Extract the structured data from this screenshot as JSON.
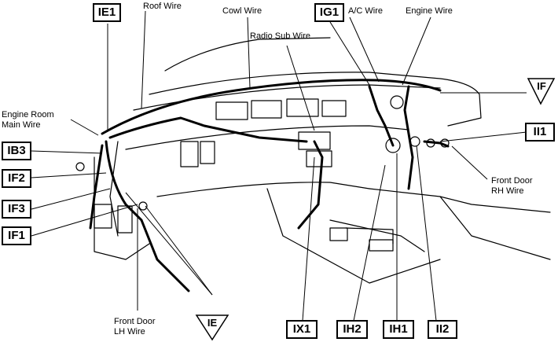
{
  "connectors": {
    "ie1": "IE1",
    "ig1": "IG1",
    "ib3": "IB3",
    "if2": "IF2",
    "if3": "IF3",
    "if1": "IF1",
    "ii1": "II1",
    "ix1": "IX1",
    "ih2": "IH2",
    "ih1": "IH1",
    "ii2": "II2"
  },
  "ground_points": {
    "if": "IF",
    "ie": "IE"
  },
  "wire_labels": {
    "roof": "Roof Wire",
    "cowl": "Cowl Wire",
    "radio_sub": "Radio Sub Wire",
    "ac": "A/C Wire",
    "engine": "Engine Wire",
    "engine_room_main": "Engine Room\nMain Wire",
    "front_door_rh": "Front Door\nRH Wire",
    "front_door_lh": "Front Door\nLH Wire"
  }
}
